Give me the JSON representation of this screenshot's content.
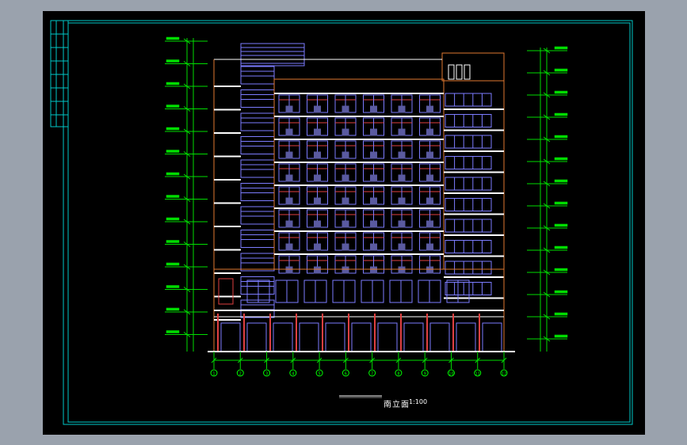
{
  "drawing": {
    "title": "南立面",
    "scale": "1:100"
  },
  "colors": {
    "background": "#000000",
    "frame": "#00c8c8",
    "wall": "#ffffff",
    "window": "#7c7cff",
    "balcony": "#e04040",
    "outline": "#e07830",
    "dimension": "#00dd00",
    "grid": "#00ff00",
    "glass_dark": "#5a5aa0"
  },
  "grid_axes": [
    "1",
    "2",
    "3",
    "4",
    "5",
    "6",
    "7",
    "8",
    "9",
    "10",
    "11",
    "12"
  ]
}
